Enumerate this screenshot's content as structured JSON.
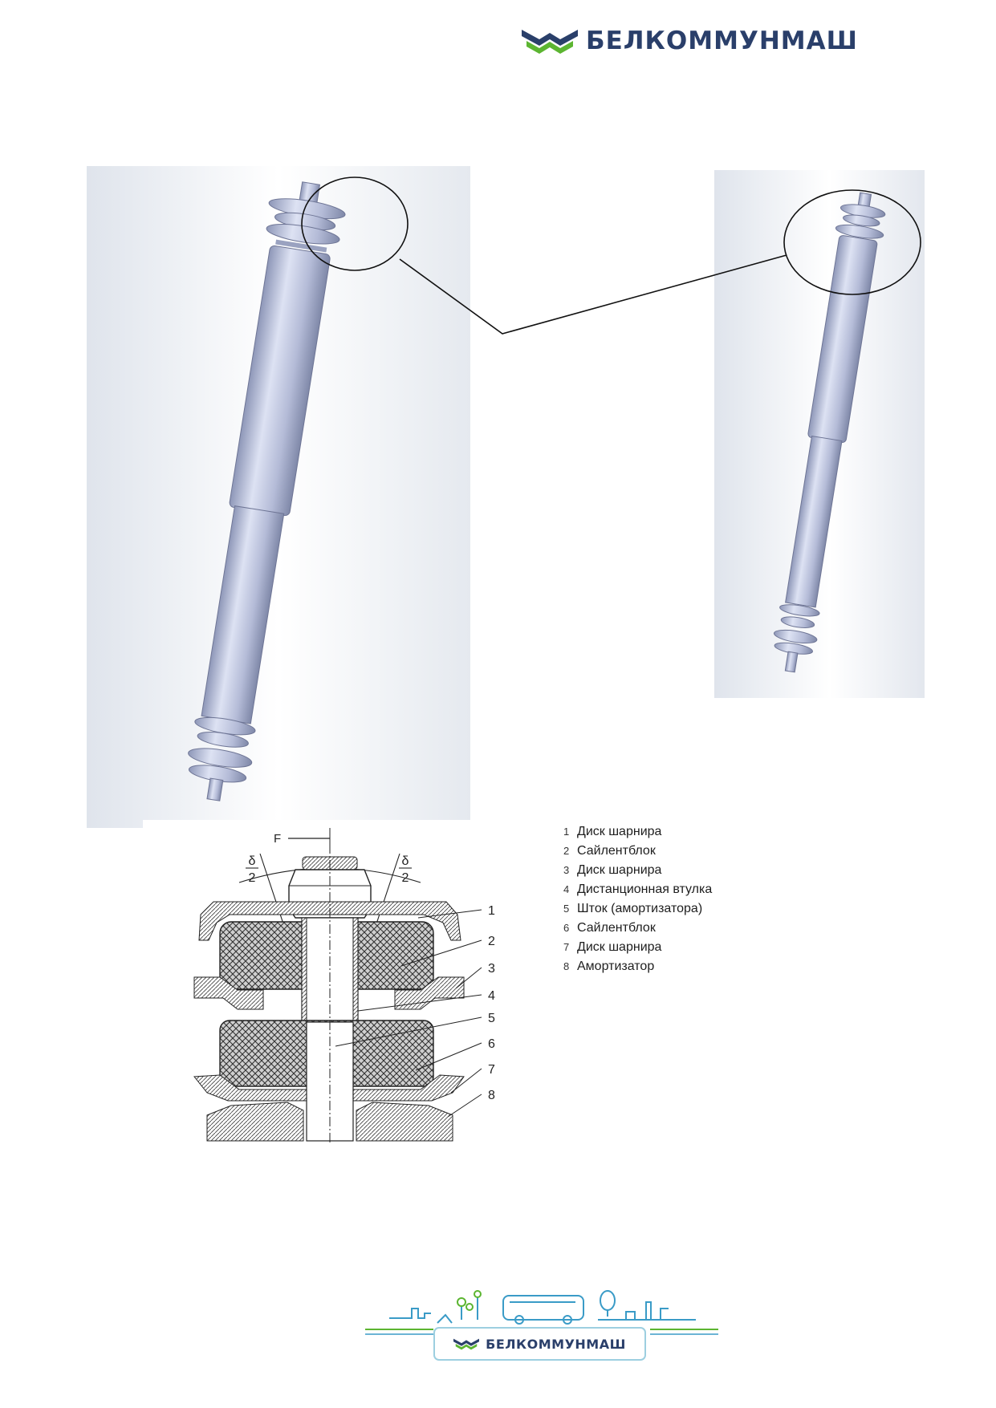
{
  "header": {
    "brand_name": "БЕЛКОММУНМАШ",
    "logo_icon": "chevron-logo-icon",
    "colors": {
      "dark_blue": "#2a3f6a",
      "green": "#5cb531"
    }
  },
  "section_drawing": {
    "force_label": "F",
    "angle_numerator": "δ",
    "angle_denominator": "2",
    "callouts": [
      "1",
      "2",
      "3",
      "4",
      "5",
      "6",
      "7",
      "8"
    ]
  },
  "legend": {
    "items": [
      {
        "num": "1",
        "label": "Диск шарнира"
      },
      {
        "num": "2",
        "label": "Сайлентблок"
      },
      {
        "num": "3",
        "label": "Диск шарнира"
      },
      {
        "num": "4",
        "label": "Дистанционная втулка"
      },
      {
        "num": "5",
        "label": "Шток (амортизатора)"
      },
      {
        "num": "6",
        "label": "Сайлентблок"
      },
      {
        "num": "7",
        "label": "Диск шарнира"
      },
      {
        "num": "8",
        "label": "Амортизатор"
      }
    ]
  },
  "footer": {
    "brand_name": "БЕЛКОММУНМАШ",
    "logo_icon": "chevron-logo-icon",
    "illustration_icon": "city-bus-skyline-icon"
  }
}
